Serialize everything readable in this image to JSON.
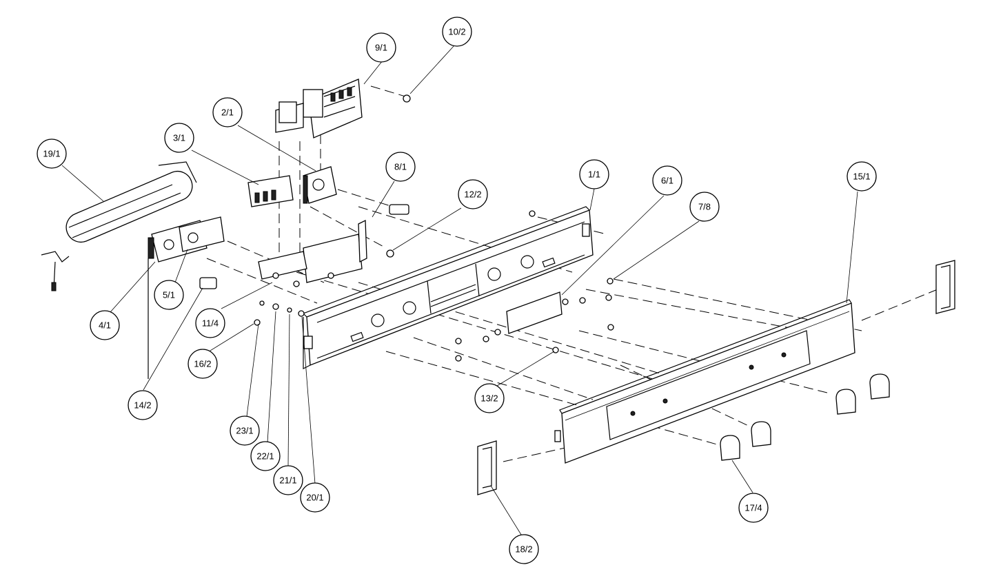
{
  "callouts": [
    {
      "id": "1",
      "label": "1/1"
    },
    {
      "id": "2",
      "label": "2/1"
    },
    {
      "id": "3",
      "label": "3/1"
    },
    {
      "id": "4",
      "label": "4/1"
    },
    {
      "id": "5",
      "label": "5/1"
    },
    {
      "id": "6",
      "label": "6/1"
    },
    {
      "id": "7",
      "label": "7/8"
    },
    {
      "id": "8",
      "label": "8/1"
    },
    {
      "id": "9",
      "label": "9/1"
    },
    {
      "id": "10",
      "label": "10/2"
    },
    {
      "id": "11",
      "label": "11/4"
    },
    {
      "id": "12",
      "label": "12/2"
    },
    {
      "id": "13",
      "label": "13/2"
    },
    {
      "id": "14",
      "label": "14/2"
    },
    {
      "id": "15",
      "label": "15/1"
    },
    {
      "id": "16",
      "label": "16/2"
    },
    {
      "id": "17",
      "label": "17/4"
    },
    {
      "id": "18",
      "label": "18/2"
    },
    {
      "id": "19",
      "label": "19/1"
    },
    {
      "id": "20",
      "label": "20/1"
    },
    {
      "id": "21",
      "label": "21/1"
    },
    {
      "id": "22",
      "label": "22/1"
    },
    {
      "id": "23",
      "label": "23/1"
    }
  ]
}
